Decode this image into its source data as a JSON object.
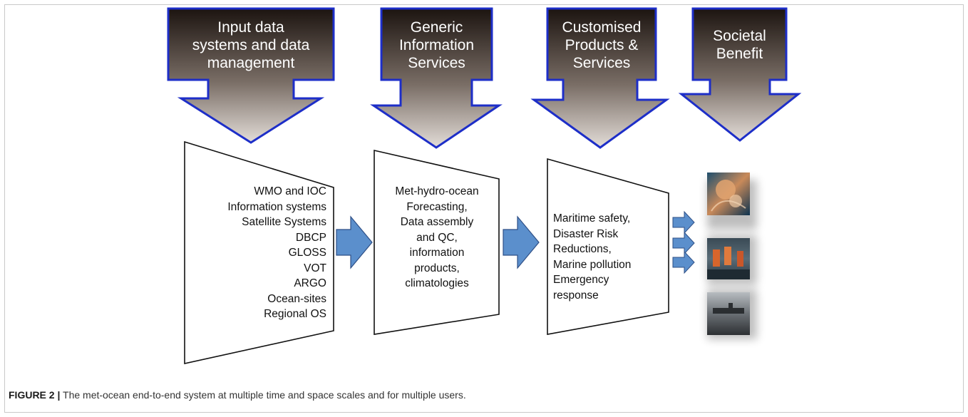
{
  "headers": [
    {
      "label": "Input data\nsystems and data\nmanagement"
    },
    {
      "label": "Generic\nInformation\nServices"
    },
    {
      "label": "Customised\nProducts &\nServices"
    },
    {
      "label": "Societal\nBenefit"
    }
  ],
  "stages": [
    {
      "text": "WMO and IOC\nInformation systems\nSatellite Systems\nDBCP\nGLOSS\nVOT\nARGO\nOcean-sites\nRegional OS"
    },
    {
      "text": "Met-hydro-ocean\nForecasting,\nData assembly\nand QC,\ninformation\nproducts,\nclimatologies"
    },
    {
      "text": "Maritime safety,\nDisaster Risk\nReductions,\nMarine pollution\nEmergency\nresponse"
    }
  ],
  "images": [
    "marine-life-photo",
    "ocean-workers-photo",
    "ship-at-sea-photo"
  ],
  "caption": {
    "label": "FIGURE 2 |",
    "text": " The met-ocean end-to-end system at multiple time and space scales and for multiple users."
  },
  "colors": {
    "header_top": "#1c1410",
    "header_bottom": "#e3ddd8",
    "header_border": "#1d2ec8",
    "flow_arrow": "#5b8fcc",
    "flow_arrow_border": "#2e4f86"
  }
}
